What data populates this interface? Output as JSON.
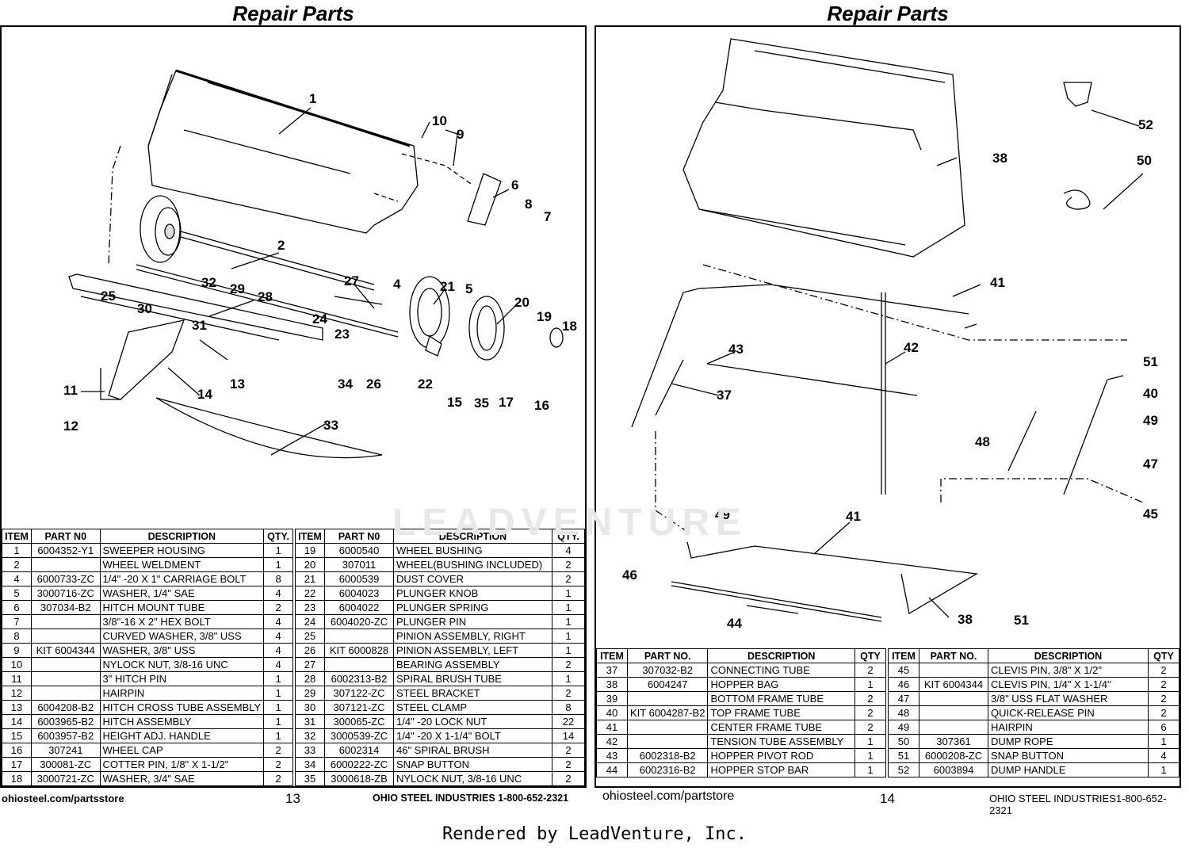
{
  "left_page": {
    "title": "Repair Parts",
    "callouts": [
      "1",
      "2",
      "4",
      "5",
      "6",
      "7",
      "8",
      "9",
      "10",
      "11",
      "12",
      "13",
      "14",
      "15",
      "16",
      "17",
      "18",
      "19",
      "20",
      "21",
      "22",
      "23",
      "24",
      "25",
      "26",
      "27",
      "28",
      "29",
      "30",
      "31",
      "32",
      "33",
      "34",
      "35"
    ],
    "headers": [
      "ITEM",
      "PART N0",
      "DESCRIPTION",
      "QTY."
    ],
    "col1": [
      {
        "item": "1",
        "part": "6004352-Y1",
        "desc": "SWEEPER HOUSING",
        "qty": "1"
      },
      {
        "item": "2",
        "part": "",
        "desc": "WHEEL WELDMENT",
        "qty": "1"
      },
      {
        "item": "4",
        "part": "6000733-ZC",
        "desc": "1/4\" -20 X 1\" CARRIAGE BOLT",
        "qty": "8"
      },
      {
        "item": "5",
        "part": "3000716-ZC",
        "desc": "WASHER, 1/4\" SAE",
        "qty": "4"
      },
      {
        "item": "6",
        "part": "307034-B2",
        "desc": "HITCH MOUNT TUBE",
        "qty": "2"
      },
      {
        "item": "7",
        "part": "",
        "desc": "3/8\"-16 X 2\" HEX BOLT",
        "qty": "4"
      },
      {
        "item": "8",
        "part": "",
        "desc": "CURVED WASHER, 3/8\" USS",
        "qty": "4"
      },
      {
        "item": "9",
        "part": "KIT 6004344",
        "desc": "WASHER, 3/8\" USS",
        "qty": "4"
      },
      {
        "item": "10",
        "part": "",
        "desc": "NYLOCK NUT, 3/8-16 UNC",
        "qty": "4"
      },
      {
        "item": "11",
        "part": "",
        "desc": "3\" HITCH PIN",
        "qty": "1"
      },
      {
        "item": "12",
        "part": "",
        "desc": "HAIRPIN",
        "qty": "1"
      },
      {
        "item": "13",
        "part": "6004208-B2",
        "desc": "HITCH CROSS TUBE ASSEMBLY",
        "qty": "1"
      },
      {
        "item": "14",
        "part": "6003965-B2",
        "desc": "HITCH ASSEMBLY",
        "qty": "1"
      },
      {
        "item": "15",
        "part": "6003957-B2",
        "desc": "HEIGHT ADJ. HANDLE",
        "qty": "1"
      },
      {
        "item": "16",
        "part": "307241",
        "desc": "WHEEL CAP",
        "qty": "2"
      },
      {
        "item": "17",
        "part": "300081-ZC",
        "desc": "COTTER PIN, 1/8\" X 1-1/2\"",
        "qty": "2"
      },
      {
        "item": "18",
        "part": "3000721-ZC",
        "desc": "WASHER, 3/4\" SAE",
        "qty": "2"
      }
    ],
    "col2": [
      {
        "item": "19",
        "part": "6000540",
        "desc": "WHEEL BUSHING",
        "qty": "4"
      },
      {
        "item": "20",
        "part": "307011",
        "desc": "WHEEL(BUSHING INCLUDED)",
        "qty": "2"
      },
      {
        "item": "21",
        "part": "6000539",
        "desc": "DUST COVER",
        "qty": "2"
      },
      {
        "item": "22",
        "part": "6004023",
        "desc": "PLUNGER KNOB",
        "qty": "1"
      },
      {
        "item": "23",
        "part": "6004022",
        "desc": "PLUNGER  SPRING",
        "qty": "1"
      },
      {
        "item": "24",
        "part": "6004020-ZC",
        "desc": "PLUNGER PIN",
        "qty": "1"
      },
      {
        "item": "25",
        "part": "",
        "desc": "PINION ASSEMBLY, RIGHT",
        "qty": "1"
      },
      {
        "item": "26",
        "part": "KIT 6000828",
        "desc": "PINION ASSEMBLY, LEFT",
        "qty": "1"
      },
      {
        "item": "27",
        "part": "",
        "desc": "BEARING ASSEMBLY",
        "qty": "2"
      },
      {
        "item": "28",
        "part": "6002313-B2",
        "desc": "SPIRAL BRUSH TUBE",
        "qty": "1"
      },
      {
        "item": "29",
        "part": "307122-ZC",
        "desc": "STEEL BRACKET",
        "qty": "2"
      },
      {
        "item": "30",
        "part": "307121-ZC",
        "desc": "STEEL CLAMP",
        "qty": "8"
      },
      {
        "item": "31",
        "part": "300065-ZC",
        "desc": "1/4\" -20 LOCK NUT",
        "qty": "22"
      },
      {
        "item": "32",
        "part": "3000539-ZC",
        "desc": "1/4\" -20 X 1-1/4\" BOLT",
        "qty": "14"
      },
      {
        "item": "33",
        "part": "6002314",
        "desc": "46\" SPIRAL BRUSH",
        "qty": "2"
      },
      {
        "item": "34",
        "part": "6000222-ZC",
        "desc": "SNAP BUTTON",
        "qty": "2"
      },
      {
        "item": "35",
        "part": "3000618-ZB",
        "desc": "NYLOCK NUT, 3/8-16 UNC",
        "qty": "2"
      }
    ],
    "footer_left": "ohiosteel.com/partsstore",
    "page_num": "13",
    "footer_right": "OHIO STEEL INDUSTRIES 1-800-652-2321"
  },
  "right_page": {
    "title": "Repair Parts",
    "callouts": [
      "37",
      "38",
      "40",
      "41",
      "42",
      "43",
      "44",
      "45",
      "46",
      "47",
      "48",
      "49",
      "50",
      "51",
      "52"
    ],
    "headers": [
      "ITEM",
      "PART NO.",
      "DESCRIPTION",
      "QTY"
    ],
    "col1": [
      {
        "item": "37",
        "part": "307032-B2",
        "desc": "CONNECTING TUBE",
        "qty": "2"
      },
      {
        "item": "38",
        "part": "6004247",
        "desc": "HOPPER BAG",
        "qty": "1"
      },
      {
        "item": "39",
        "part": "",
        "desc": "BOTTOM FRAME TUBE",
        "qty": "2"
      },
      {
        "item": "40",
        "part": "KIT 6004287-B2",
        "desc": "TOP FRAME TUBE",
        "qty": "2"
      },
      {
        "item": "41",
        "part": "",
        "desc": "CENTER FRAME TUBE",
        "qty": "2"
      },
      {
        "item": "42",
        "part": "",
        "desc": "TENSION TUBE ASSEMBLY",
        "qty": "1"
      },
      {
        "item": "43",
        "part": "6002318-B2",
        "desc": "HOPPER PIVOT ROD",
        "qty": "1"
      },
      {
        "item": "44",
        "part": "6002316-B2",
        "desc": "HOPPER STOP BAR",
        "qty": "1"
      }
    ],
    "col2": [
      {
        "item": "45",
        "part": "",
        "desc": "CLEVIS PIN, 3/8\" X 1/2\"",
        "qty": "2"
      },
      {
        "item": "46",
        "part": "KIT 6004344",
        "desc": "CLEVIS PIN, 1/4\" X 1-1/4\"",
        "qty": "2"
      },
      {
        "item": "47",
        "part": "",
        "desc": "3/8\" USS FLAT WASHER",
        "qty": "2"
      },
      {
        "item": "48",
        "part": "",
        "desc": "QUICK-RELEASE PIN",
        "qty": "2"
      },
      {
        "item": "49",
        "part": "",
        "desc": "HAIRPIN",
        "qty": "6"
      },
      {
        "item": "50",
        "part": "307361",
        "desc": "DUMP ROPE",
        "qty": "1"
      },
      {
        "item": "51",
        "part": "6000208-ZC",
        "desc": "SNAP BUTTON",
        "qty": "4"
      },
      {
        "item": "52",
        "part": "6003894",
        "desc": "DUMP HANDLE",
        "qty": "1"
      }
    ],
    "footer_left": "ohiosteel.com/partstore",
    "page_num": "14",
    "footer_right": "OHIO STEEL INDUSTRIES1-800-652-2321"
  },
  "watermark": "LEADVENTURE",
  "render_credit": "Rendered by LeadVenture, Inc."
}
